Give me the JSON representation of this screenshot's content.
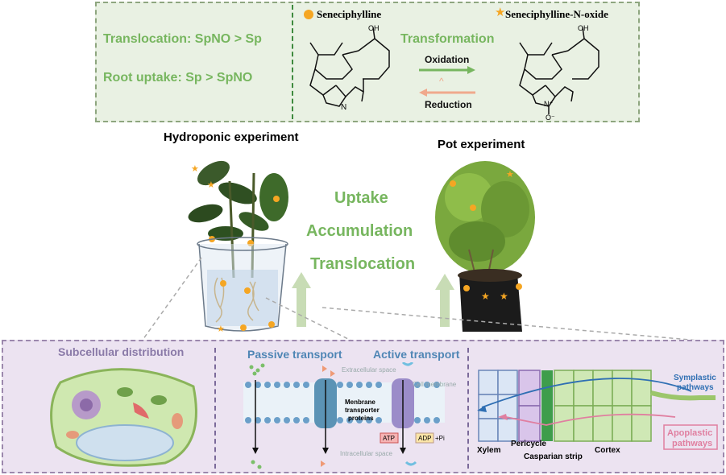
{
  "top": {
    "translocation": "Translocation: SpNO > Sp",
    "root_uptake": "Root uptake: Sp > SpNO",
    "legend_sp": "Seneciphylline",
    "legend_spno": "Seneciphylline-N-oxide",
    "transformation": "Transformation",
    "oxidation": "Oxidation",
    "reduction": "Reduction",
    "n_label": "N",
    "n_plus": "N⁺",
    "o_minus": "O⁻",
    "oh": "OH"
  },
  "middle": {
    "hydroponic_title": "Hydroponic experiment",
    "pot_title": "Pot experiment",
    "processes": [
      "Uptake",
      "Accumulation",
      "Translocation"
    ]
  },
  "bottom": {
    "subcellular_title": "Subcellular distribution",
    "passive_title": "Passive transport",
    "active_title": "Active transport",
    "extracellular": "Extracellular space",
    "cell_membrane": "Cell membrane",
    "transporter": [
      "Menbrane",
      "transporter",
      "proteins"
    ],
    "intracellular": "Intracellular space",
    "atp": "ATP",
    "adp": "ADP",
    "pi": "+Pi",
    "xylem": "Xylem",
    "pericycle": "Pericycle",
    "casparian": "Casparian strip",
    "cortex": "Cortex",
    "symplastic": [
      "Symplastic",
      "pathways"
    ],
    "apoplastic": [
      "Apoplastic",
      "pathways"
    ]
  },
  "colors": {
    "accent_green": "#77b65f",
    "sp_orange": "#f5a623",
    "top_bg": "#e9f1e3",
    "bottom_bg": "#ece3f1",
    "apoplastic_pink": "#e07fa0",
    "symplastic_blue": "#2f6fb3"
  }
}
